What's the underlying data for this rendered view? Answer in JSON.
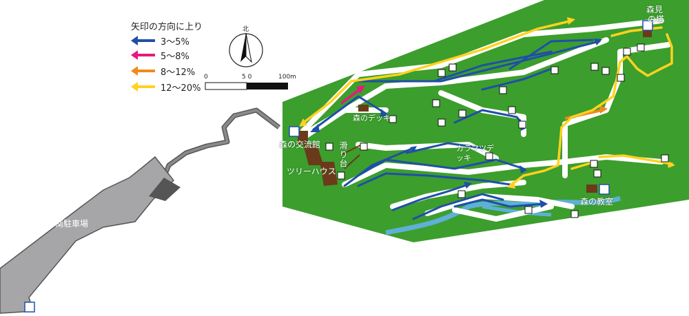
{
  "legend": {
    "title": "矢印の方向に上り",
    "items": [
      {
        "label": "3〜5%",
        "color": "#1f4fa8"
      },
      {
        "label": "5〜8%",
        "color": "#e6197f"
      },
      {
        "label": "8〜12%",
        "color": "#f08a1c"
      },
      {
        "label": "12〜20%",
        "color": "#ffd21f"
      }
    ]
  },
  "compass": {
    "label": "北"
  },
  "scale": {
    "labels": [
      "0",
      "5 0",
      "100m"
    ]
  },
  "places": {
    "parking": "南駐車場",
    "tower_line1": "森見",
    "tower_line2": "の塔",
    "exchange_hall": "森の交流館",
    "treehouse": "ツリーハウス",
    "slide": "滑り台",
    "forest_deck": "森のデッキ",
    "larch_deck": "カラマツデッキ",
    "classroom": "森の教室"
  },
  "colors": {
    "forest": "#3c9e2d",
    "path": "#ffffff",
    "stream": "#5fb0d8",
    "parking": "#a6a6a9",
    "building": "#6b3a1a"
  }
}
